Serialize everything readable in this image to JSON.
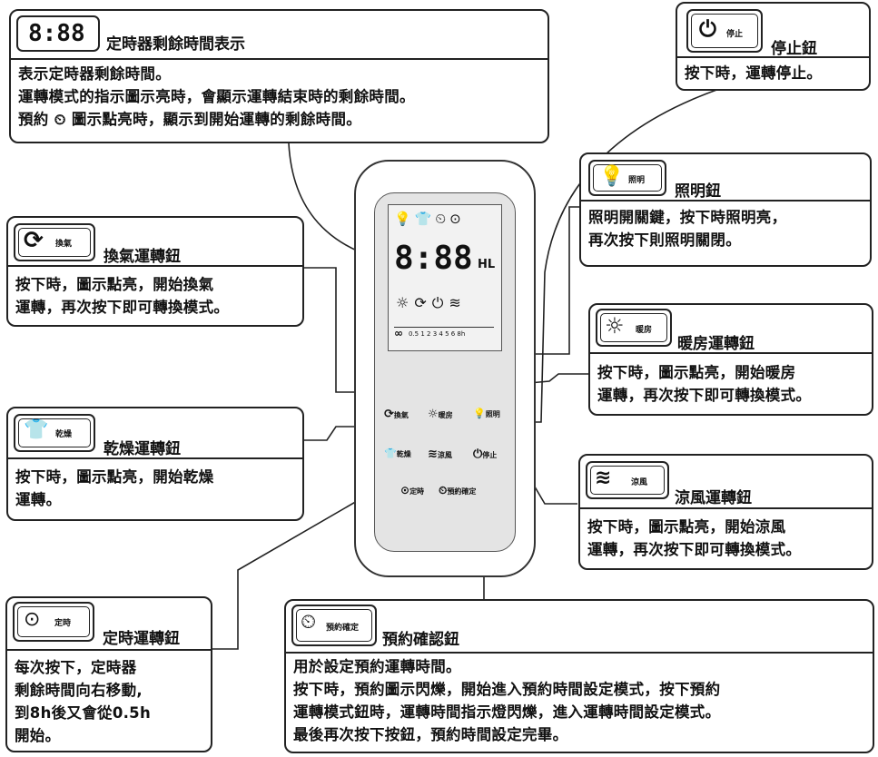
{
  "timer_display": {
    "icon_text": "8:88",
    "title": "定時器剩餘時間表示",
    "lines": [
      "表示定時器剩餘時間。",
      "運轉模式的指示圖示亮時，會顯示運轉結束時的剩餘時間。",
      "預約 ⏲ 圖示點亮時，顯示到開始運轉的剩餘時間。"
    ]
  },
  "stop_button": {
    "icon_tag": "停止",
    "title": "停止鈕",
    "lines": [
      "按下時，運轉停止。"
    ]
  },
  "light_button": {
    "icon_tag": "照明",
    "title": "照明鈕",
    "lines": [
      "照明開關鍵，按下時照明亮，",
      "再次按下則照明關閉。"
    ]
  },
  "vent_button": {
    "icon_tag": "換氣",
    "title": "換氣運轉鈕",
    "lines": [
      "按下時，圖示點亮，開始換氣",
      "運轉，再次按下即可轉換模式。"
    ]
  },
  "heat_button": {
    "icon_tag": "暖房",
    "title": "暖房運轉鈕",
    "lines": [
      "按下時，圖示點亮，開始暖房",
      "運轉，再次按下即可轉換模式。"
    ]
  },
  "dry_button": {
    "icon_tag": "乾燥",
    "title": "乾燥運轉鈕",
    "lines": [
      "按下時，圖示點亮，開始乾燥",
      "運轉。"
    ]
  },
  "cool_button": {
    "icon_tag": "涼風",
    "title": "涼風運轉鈕",
    "lines": [
      "按下時，圖示點亮，開始涼風",
      "運轉，再次按下即可轉換模式。"
    ]
  },
  "timer_button": {
    "icon_tag": "定時",
    "title": "定時運轉鈕",
    "lines": [
      "每次按下，定時器",
      "剩餘時間向右移動,",
      "到8h後又會從0.5h",
      "開始。"
    ]
  },
  "reserve_button": {
    "icon_tag": "預約確定",
    "title": "預約確認鈕",
    "lines": [
      "用於設定預約運轉時間。",
      "按下時，預約圖示閃爍，開始進入預約時間設定模式，按下預約",
      "運轉模式鈕時，運轉時間指示燈閃爍，進入運轉時間設定模式。",
      "最後再次按下按鈕，預約時間設定完畢。"
    ]
  },
  "remote": {
    "lcd_digits": "8:88",
    "lcd_hl": "HL",
    "lcd_scale": "0.5 1 2 3 4 5 6 8h",
    "btn_vent": "換氣",
    "btn_heat": "暖房",
    "btn_light": "照明",
    "btn_dry": "乾燥",
    "btn_cool": "涼風",
    "btn_stop": "停止",
    "btn_timer": "定時",
    "btn_reserve": "預約確定"
  }
}
